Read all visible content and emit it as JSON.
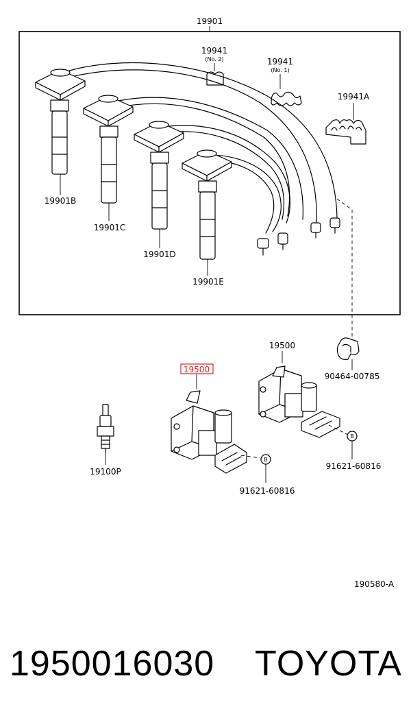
{
  "callouts": {
    "harness": "19901",
    "clamp_no2": "19941",
    "clamp_no2_sub": "(No. 2)",
    "clamp_no1": "19941",
    "clamp_no1_sub": "(No. 1)",
    "clamp_a": "19941A",
    "cord_b": "19901B",
    "cord_c": "19901C",
    "cord_d": "19901D",
    "cord_e": "19901E",
    "coil_right": "19500",
    "clip": "90464-00785",
    "coil_left_highlight": "19500",
    "spark_plug": "19100P",
    "bolt_left": "91621-60816",
    "bolt_right": "91621-60816",
    "marker_b": "B",
    "figure_number": "190580-A"
  },
  "highlight_color": "#d4212b",
  "footer": {
    "part_number": "1950016030",
    "brand": "TOYOTA"
  }
}
